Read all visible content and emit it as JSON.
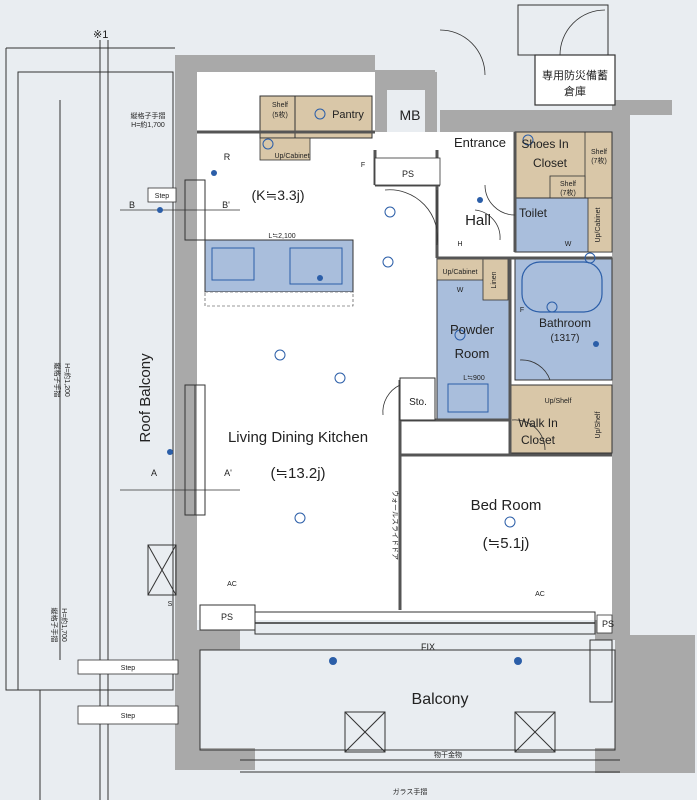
{
  "note_mark": "※1",
  "storage": {
    "line1": "専用防災備蓄",
    "line2": "倉庫"
  },
  "rooms": {
    "mb": "MB",
    "entrance": "Entrance",
    "shoes_in_closet": {
      "line1": "Shoes In",
      "line2": "Closet"
    },
    "hall": "Hall",
    "toilet": "Toilet",
    "pantry": "Pantry",
    "kitchen_size": "(K≒3.3j)",
    "powder_room": {
      "line1": "Powder",
      "line2": "Room"
    },
    "bathroom": {
      "name": "Bathroom",
      "size": "(1317)"
    },
    "ldk": {
      "name": "Living Dining Kitchen",
      "size": "(≒13.2j)"
    },
    "sto": "Sto.",
    "walk_in_closet": {
      "line1": "Walk In",
      "line2": "Closet"
    },
    "bed_room": {
      "name": "Bed Room",
      "size": "(≒5.1j)"
    },
    "roof_balcony": "Roof Balcony",
    "balcony": "Balcony"
  },
  "labels": {
    "shelf_5": {
      "line1": "Shelf",
      "line2": "(5枚)"
    },
    "shelf_7a": {
      "line1": "Shelf",
      "line2": "(7枚)"
    },
    "shelf_7b": {
      "line1": "Shelf",
      "line2": "(7枚)"
    },
    "up_cabinet_kitchen": "Up/Cabinet",
    "up_cabinet_powder": "Up/Cabinet",
    "up_cabinet_toilet": "Up/Cabinet",
    "linen": "Linen",
    "up_shelf_a": "Up/Shelf",
    "up_shelf_b": "Up/Shelf",
    "kitchen_length": "L≒2,100",
    "vanity_length": "L≒900",
    "ps_top": "PS",
    "ps_bottom": "PS",
    "ps_right": "PS",
    "fix": "FIX",
    "wall_slide_door": "ウォールスライドドア",
    "step_top": "Step",
    "step_bottom_1": "Step",
    "step_bottom_2": "Step",
    "rail_h1700_a": {
      "line1": "縦格子手摺",
      "line2": "H=約1,700"
    },
    "rail_h1200": {
      "line1": "縦格子手摺",
      "line2": "H=約1,200"
    },
    "rail_h1700_b": {
      "line1": "縦格子手摺",
      "line2": "H=約1,700"
    },
    "laundry_pole": "物干金物",
    "glass_rail": "ガラス手摺",
    "section_b": "B",
    "section_b_prime": "B'",
    "section_a": "A",
    "section_a_prime": "A'",
    "mark_r": "R",
    "mark_w_powder": "W",
    "mark_w_toilet": "W",
    "mark_f_kitchen": "F",
    "mark_f_bath": "F",
    "mark_h": "H",
    "mark_s": "S",
    "mark_ac_ldk": "AC",
    "mark_ac_bed": "AC"
  },
  "colors": {
    "wall": "#a9a9a9",
    "floor": "#ffffff",
    "wet_area": "#a9bedc",
    "storage_fill": "#d9c7a8",
    "background": "#e9edf1",
    "symbol_blue": "#2b5ea8"
  }
}
